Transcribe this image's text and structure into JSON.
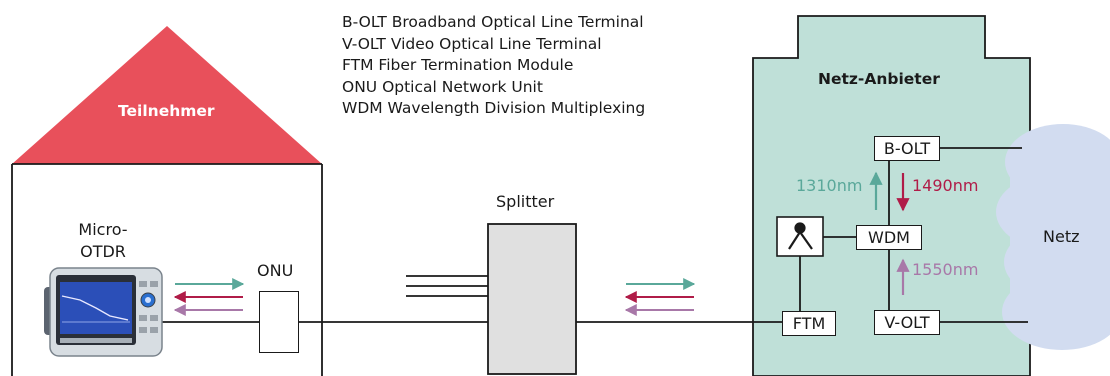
{
  "legend": [
    "B-OLT Broadband Optical Line Terminal",
    "V-OLT Video Optical Line Terminal",
    "FTM Fiber Termination Module",
    "ONU Optical Network Unit",
    "WDM Wavelength Division Multiplexing"
  ],
  "house": {
    "label": "Teilnehmer",
    "roof_color": "#e8505b"
  },
  "otdr": {
    "label_line1": "Micro-",
    "label_line2": "OTDR"
  },
  "onu": {
    "label": "ONU"
  },
  "splitter": {
    "label": "Splitter"
  },
  "provider": {
    "label": "Netz-Anbieter",
    "bg_color": "#bfe0d8",
    "b_olt": "B-OLT",
    "v_olt": "V-OLT",
    "wdm": "WDM",
    "ftm": "FTM"
  },
  "wavelengths": {
    "w1310": {
      "label": "1310nm",
      "color": "#5aa89a"
    },
    "w1490": {
      "label": "1490nm",
      "color": "#b01c48"
    },
    "w1550": {
      "label": "1550nm",
      "color": "#a878a8"
    }
  },
  "network": {
    "label": "Netz",
    "color": "#d2dcf0"
  },
  "arrow_colors": {
    "teal": "#5aa89a",
    "crimson": "#b01c48",
    "purple": "#a878a8"
  }
}
